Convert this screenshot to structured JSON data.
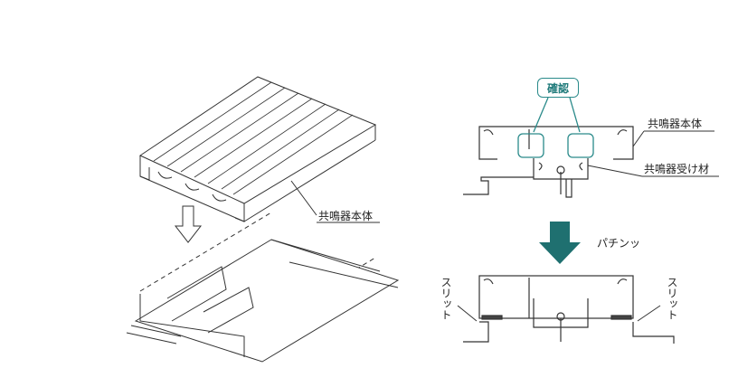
{
  "left_view": {
    "body_label": "共鳴器本体"
  },
  "right_view": {
    "confirm_label": "確認",
    "body_label": "共鳴器本体",
    "receiver_label": "共鳴器受け材",
    "snap_label": "パチンッ",
    "slit_left_label": "スリット",
    "slit_right_label": "スリット"
  },
  "colors": {
    "accent": "#1f7a7a",
    "line": "#333333"
  }
}
